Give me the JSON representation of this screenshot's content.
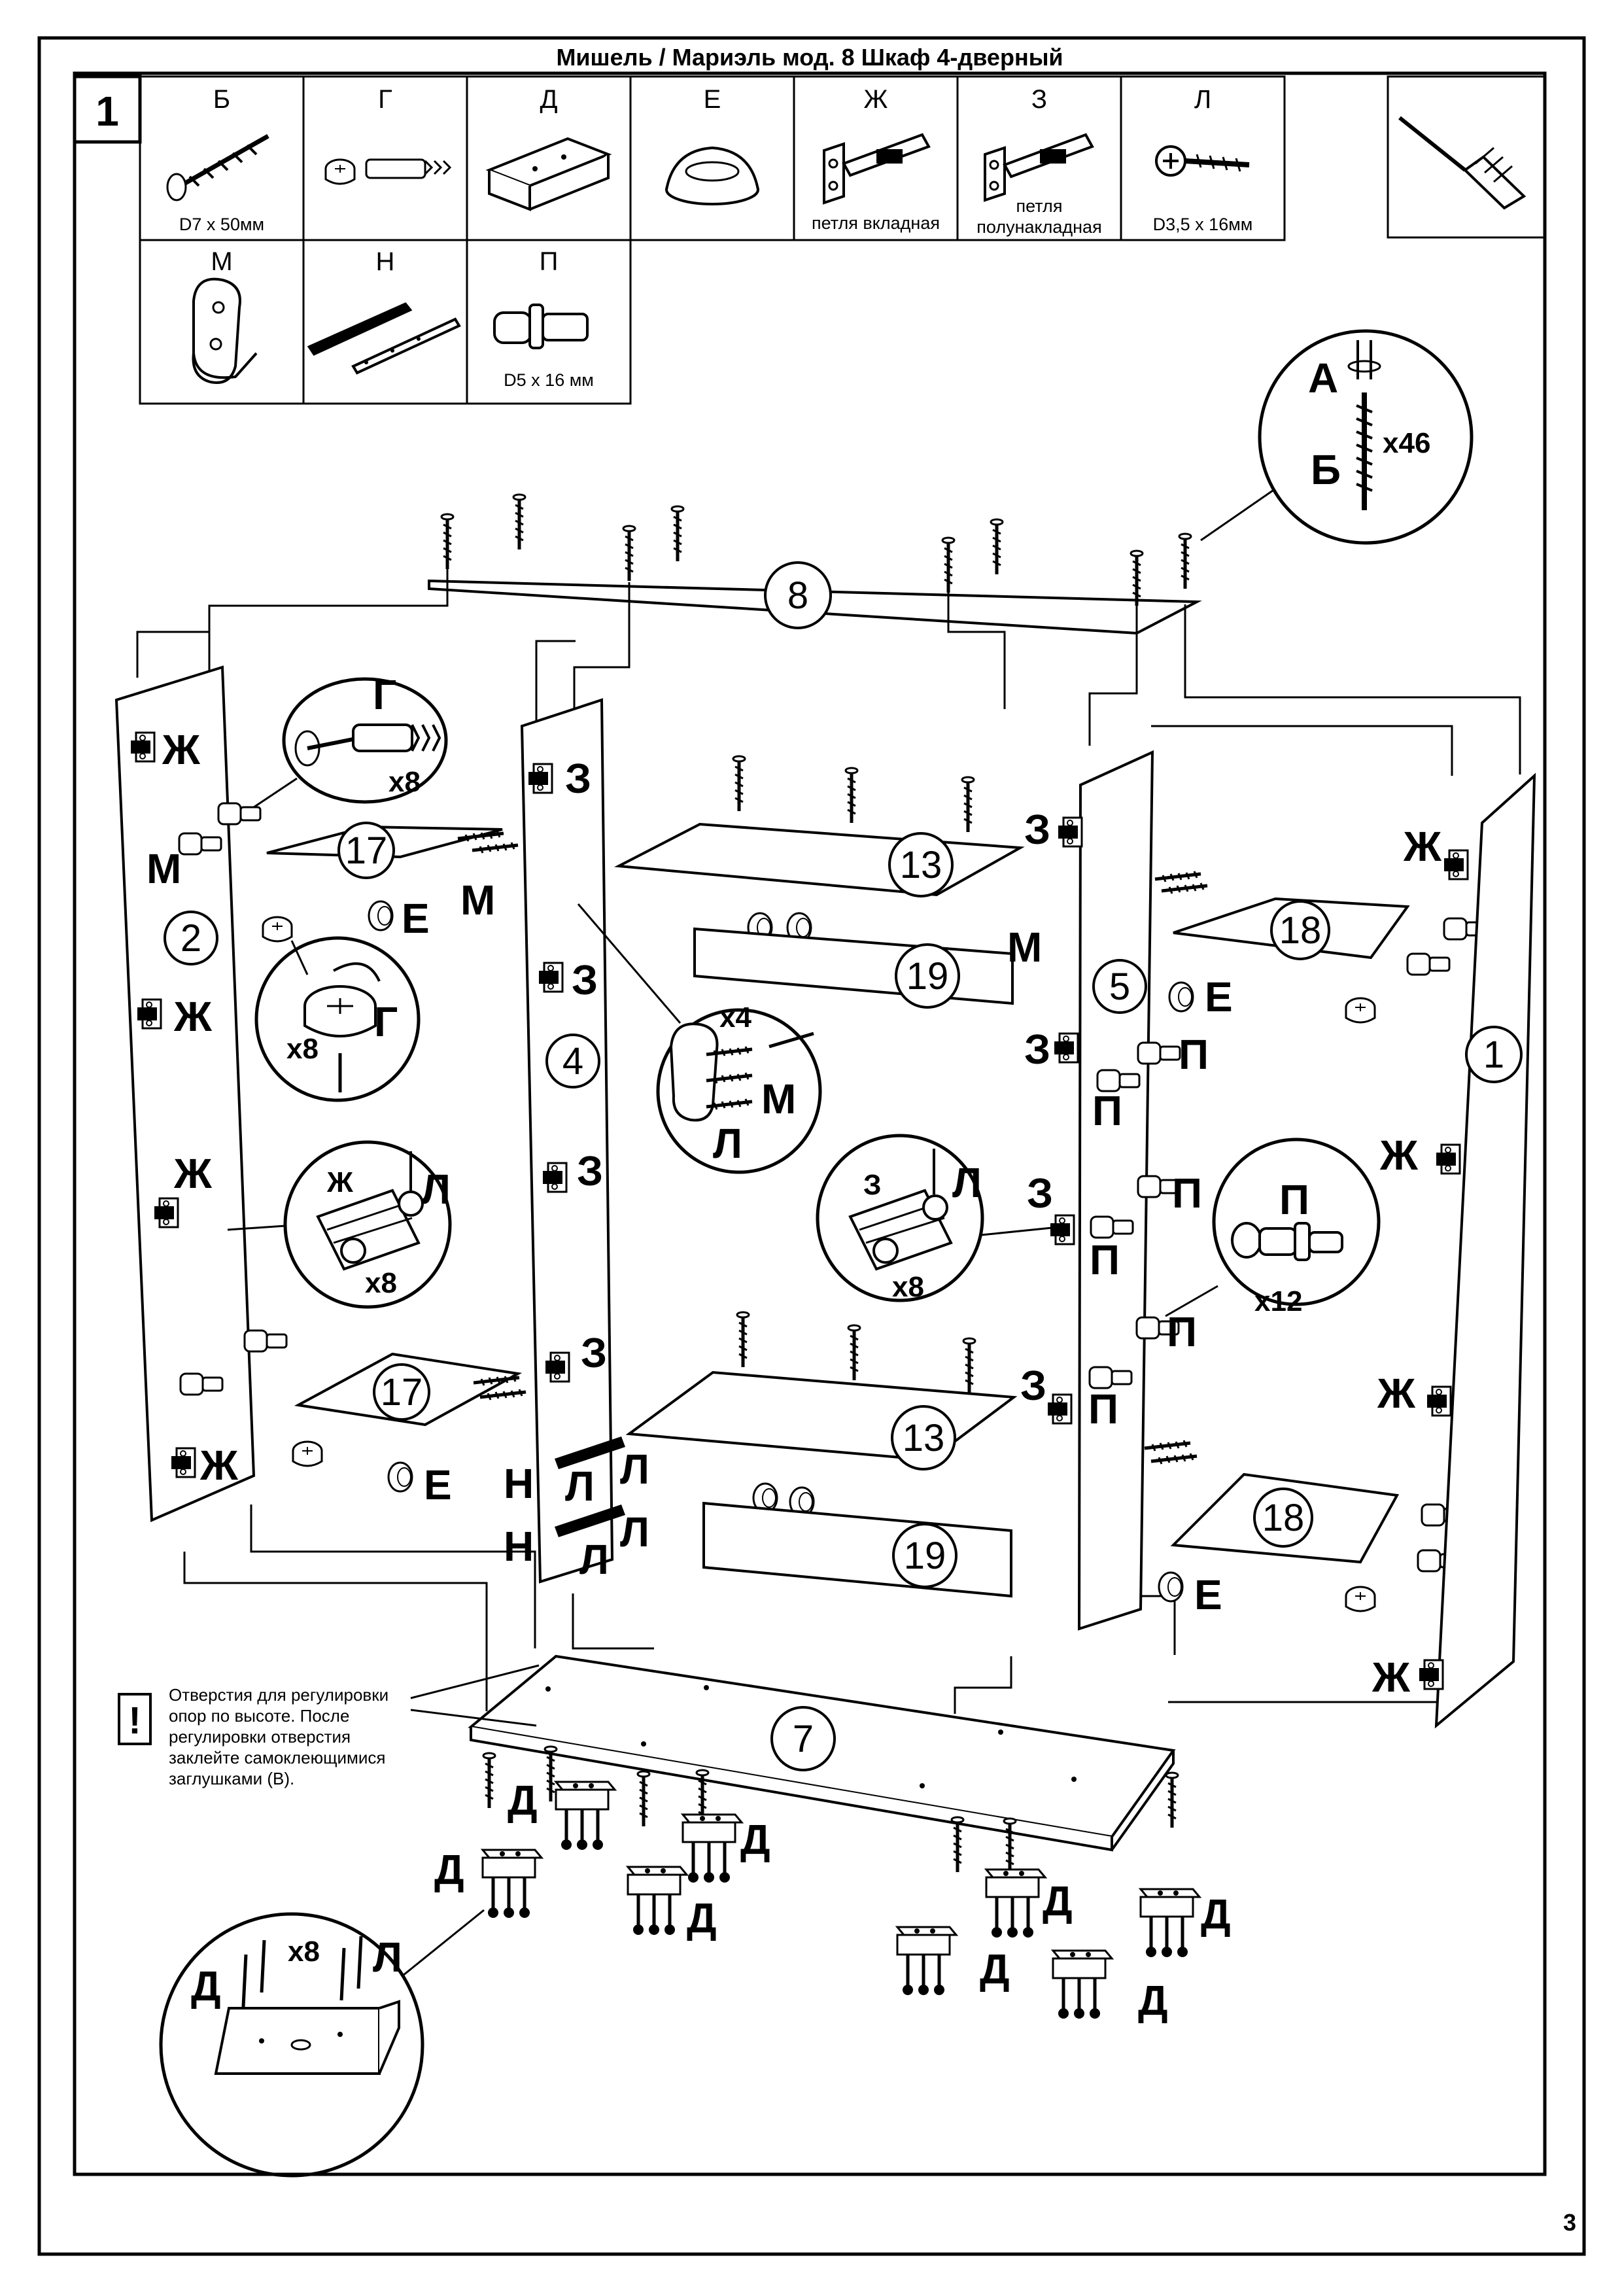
{
  "title": "Мишель / Мариэль мод. 8 Шкаф 4-дверный",
  "step_number": "1",
  "page_number": "3",
  "parts": [
    {
      "letter": "Б",
      "caption": "D7 x 50мм",
      "icon": "confirmat-screw-icon"
    },
    {
      "letter": "Г",
      "caption": "",
      "icon": "cam-lock-icon"
    },
    {
      "letter": "Д",
      "caption": "",
      "icon": "support-block-icon"
    },
    {
      "letter": "Е",
      "caption": "",
      "icon": "knob-icon"
    },
    {
      "letter": "Ж",
      "caption": "петля вкладная",
      "icon": "inset-hinge-icon"
    },
    {
      "letter": "З",
      "caption_lines": [
        "петля",
        "полунакладная"
      ],
      "icon": "half-overlay-hinge-icon"
    },
    {
      "letter": "Л",
      "caption": "D3,5 x 16мм",
      "icon": "wood-screw-icon"
    },
    {
      "letter": "М",
      "caption": "",
      "icon": "shelf-bracket-icon"
    },
    {
      "letter": "Н",
      "caption": "",
      "icon": "drawer-runner-icon"
    },
    {
      "letter": "П",
      "caption": "D5 x 16 мм",
      "icon": "shelf-pin-icon"
    }
  ],
  "tool": {
    "icon": "screwdriver-icon"
  },
  "callouts": {
    "a_b": {
      "a": "А",
      "b": "Б",
      "count": "x46"
    },
    "g_top": {
      "letter": "Г",
      "count": "x8"
    },
    "g_mid": {
      "letter": "Г",
      "count": "x8"
    },
    "m_l": {
      "count": "x4",
      "m": "М",
      "l": "Л"
    },
    "zh_l": {
      "zh": "Ж",
      "l": "Л",
      "count": "x8"
    },
    "z_l": {
      "z": "З",
      "l": "Л",
      "count": "x8"
    },
    "p": {
      "letter": "П",
      "count": "x12"
    },
    "d_l": {
      "count": "x8",
      "d": "Д",
      "l": "Л"
    }
  },
  "panels": {
    "p1": "1",
    "p2": "2",
    "p4": "4",
    "p5": "5",
    "p7": "7",
    "p8": "8",
    "p13a": "13",
    "p13b": "13",
    "p17a": "17",
    "p17b": "17",
    "p18a": "18",
    "p18b": "18",
    "p19a": "19",
    "p19b": "19"
  },
  "labels": {
    "zh": "Ж",
    "z": "З",
    "m": "М",
    "e": "Е",
    "p": "П",
    "n": "Н",
    "l": "Л",
    "d": "Д"
  },
  "note": {
    "icon": "warning-icon",
    "mark": "!",
    "lines": [
      "Отверстия для регулировки",
      "опор по высоте. После",
      "регулировки отверстия",
      "заклейте самоклеющимися",
      "заглушками (В)."
    ]
  }
}
